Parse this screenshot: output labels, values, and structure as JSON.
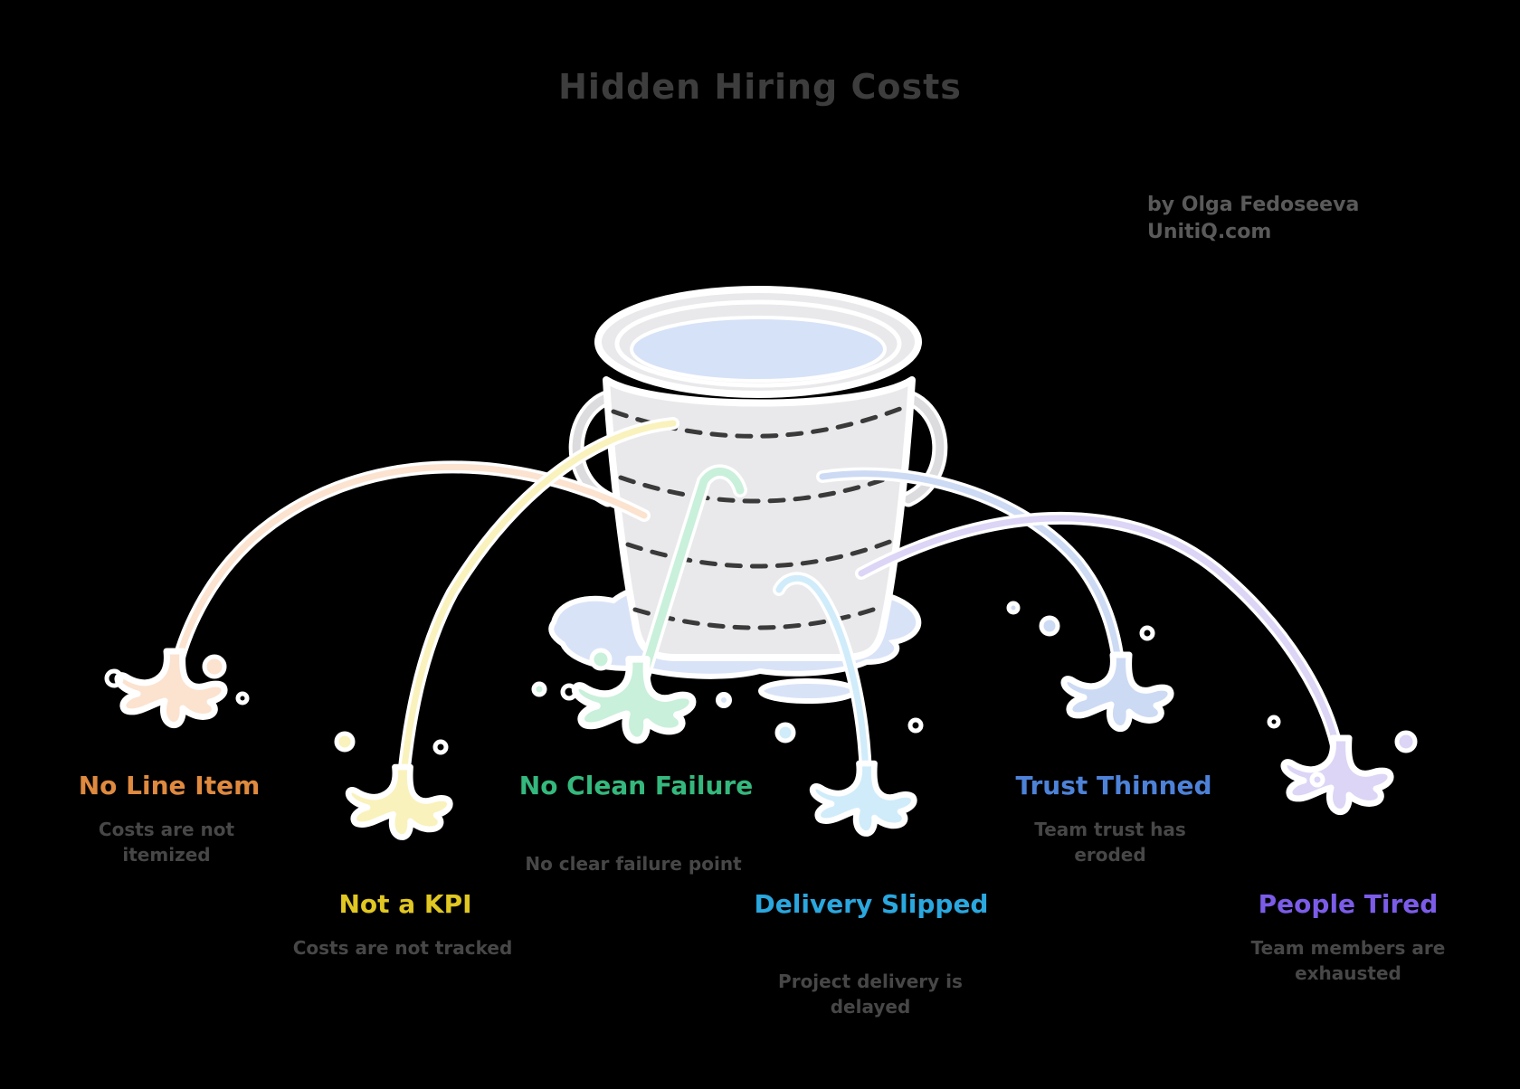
{
  "title": "Hidden Hiring Costs",
  "attribution": {
    "line1": "by Olga Fedoseeva",
    "line2": "UnitiQ.com"
  },
  "colors": {
    "background": "#000000",
    "title": "#3d3d3d",
    "attribution": "#5a5a5a",
    "description": "#474747"
  },
  "bucket": {
    "body_color": "#e9e9eb",
    "outline_color": "#ffffff",
    "water_color": "#d6e2f7",
    "puddle_color": "#d9e3f8",
    "dash_color": "#3a3a3a",
    "handle_color": "#dcdcde"
  },
  "leaks": [
    {
      "label": "No Line Item",
      "description": "Costs are not itemized",
      "label_color": "#df8a3f",
      "stream_color": "#fbe3d0"
    },
    {
      "label": "Not a KPI",
      "description": "Costs are not tracked",
      "label_color": "#e0c722",
      "stream_color": "#faf2bc"
    },
    {
      "label": "No Clean Failure",
      "description": "No clear failure point",
      "label_color": "#35b87d",
      "stream_color": "#c9f0da"
    },
    {
      "label": "Delivery Slipped",
      "description": "Project delivery is delayed",
      "label_color": "#2aa7de",
      "stream_color": "#d0ecfa"
    },
    {
      "label": "Trust Thinned",
      "description": "Team trust has eroded",
      "label_color": "#4d82d8",
      "stream_color": "#ccdaf4"
    },
    {
      "label": "People Tired",
      "description": "Team members are exhausted",
      "label_color": "#7b5ce8",
      "stream_color": "#dcd5f6"
    }
  ]
}
